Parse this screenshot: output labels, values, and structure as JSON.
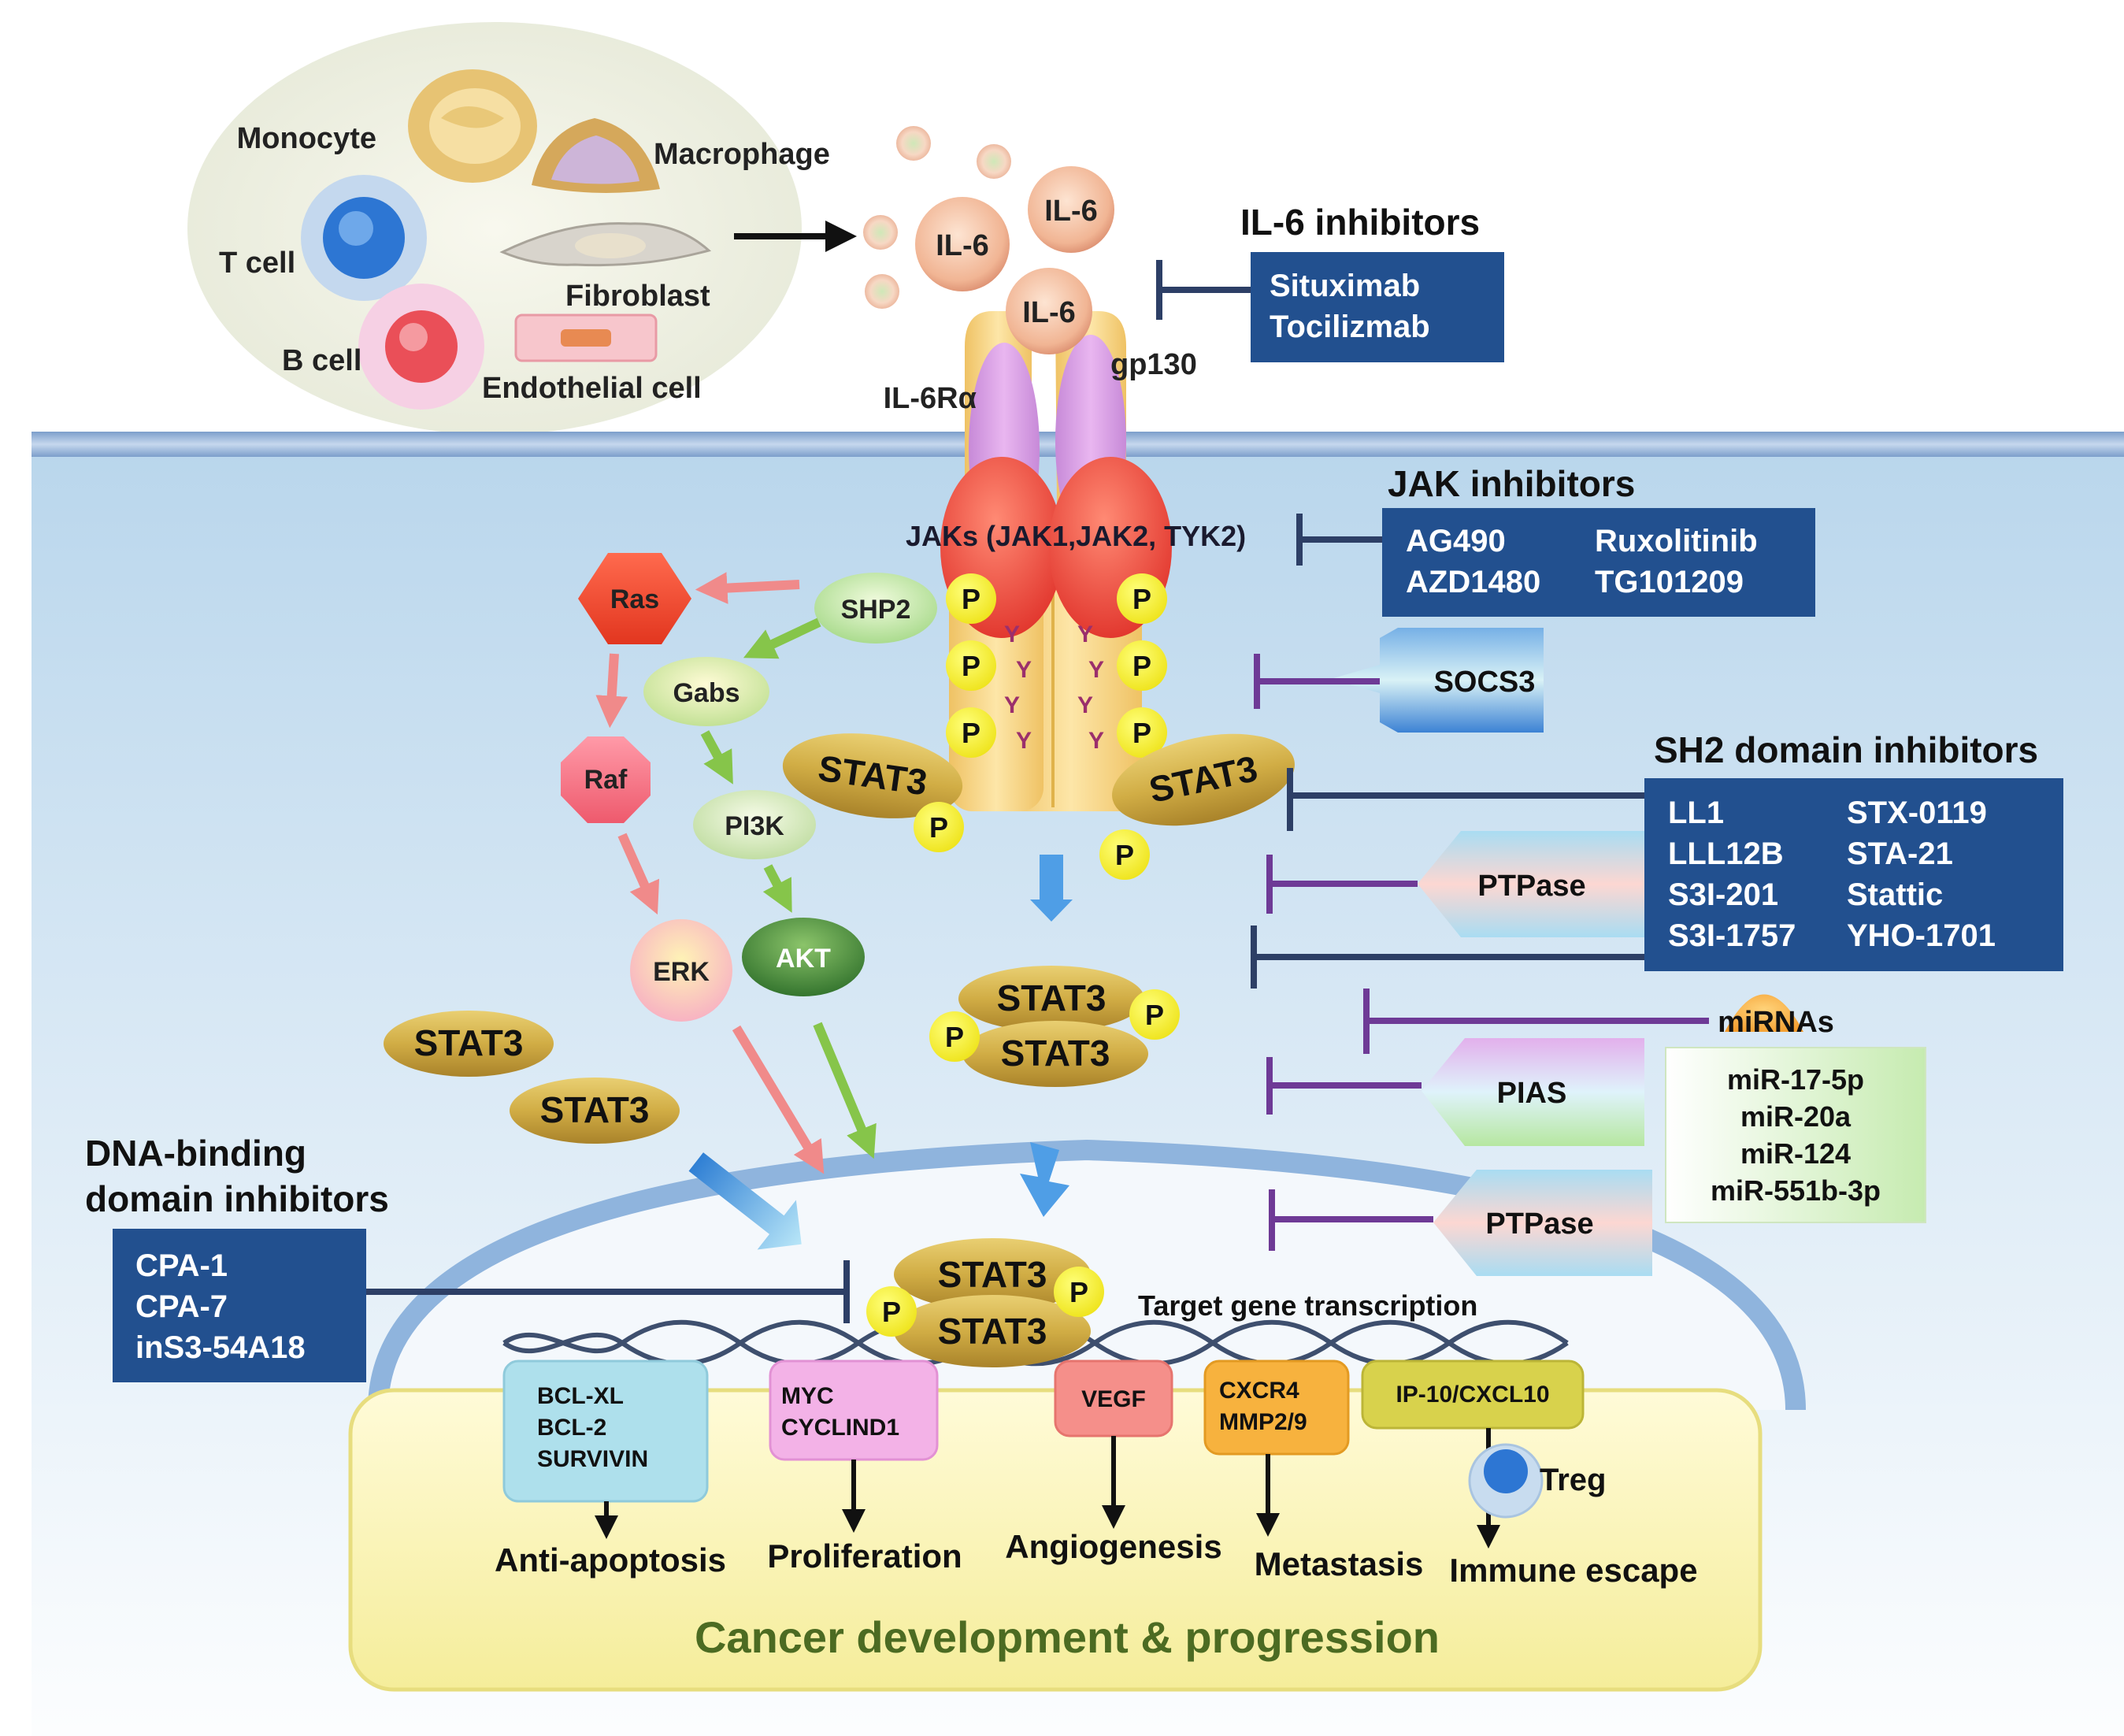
{
  "cells": {
    "monocyte": "Monocyte",
    "macrophage": "Macrophage",
    "t_cell": "T cell",
    "fibroblast": "Fibroblast",
    "b_cell": "B cell",
    "endothelial": "Endothelial cell"
  },
  "il6": {
    "label": "IL-6"
  },
  "receptor": {
    "il6r": "IL-6Rα",
    "gp130": "gp130",
    "jaks": "JAKs (JAK1,JAK2, TYK2)",
    "p": "P",
    "y": "Y"
  },
  "inhibitors": {
    "il6": {
      "title": "IL-6 inhibitors",
      "items": [
        "Situximab",
        "Tocilizmab"
      ]
    },
    "jak": {
      "title": "JAK inhibitors",
      "items": [
        "AG490",
        "Ruxolitinib",
        "AZD1480",
        "TG101209"
      ]
    },
    "sh2": {
      "title": "SH2 domain inhibitors",
      "items": [
        "LL1",
        "STX-0119",
        "LLL12B",
        "STA-21",
        "S3I-201",
        "Stattic",
        "S3I-1757",
        "YHO-1701"
      ]
    },
    "dna": {
      "title_line1": "DNA-binding",
      "title_line2": "domain inhibitors",
      "items": [
        "CPA-1",
        "CPA-7",
        "inS3-54A18"
      ]
    }
  },
  "regulators": {
    "socs3": "SOCS3",
    "ptpase": "PTPase",
    "pias": "PIAS",
    "mirnas": "miRNAs",
    "mirna_list": [
      "miR-17-5p",
      "miR-20a",
      "miR-124",
      "miR-551b-3p"
    ]
  },
  "signaling": {
    "ras": "Ras",
    "raf": "Raf",
    "erk": "ERK",
    "shp2": "SHP2",
    "gabs": "Gabs",
    "pi3k": "PI3K",
    "akt": "AKT",
    "stat3": "STAT3"
  },
  "nucleus": {
    "transcription": "Target gene transcription",
    "genes": [
      {
        "lines": [
          "BCL-XL",
          "BCL-2",
          "SURVIVIN"
        ],
        "outcome": "Anti-apoptosis"
      },
      {
        "lines": [
          "MYC",
          "CYCLIND1"
        ],
        "outcome": "Proliferation"
      },
      {
        "lines": [
          "VEGF"
        ],
        "outcome": "Angiogenesis"
      },
      {
        "lines": [
          "CXCR4",
          "MMP2/9"
        ],
        "outcome": "Metastasis"
      },
      {
        "lines": [
          "IP-10/CXCL10"
        ],
        "outcome": "Immune escape"
      }
    ],
    "treg": "Treg",
    "footer": "Cancer development & progression"
  },
  "colors": {
    "inhibitor_box": "#22508f",
    "inhibitor_line": "#2d3f66",
    "regulator_line": "#6e3a96",
    "stat3": "#c9a53c",
    "phospho": "#f5ef1a",
    "ras_path": "#f08a8a",
    "pi3k_path": "#86c54a",
    "footer_text": "#4c6b22"
  }
}
